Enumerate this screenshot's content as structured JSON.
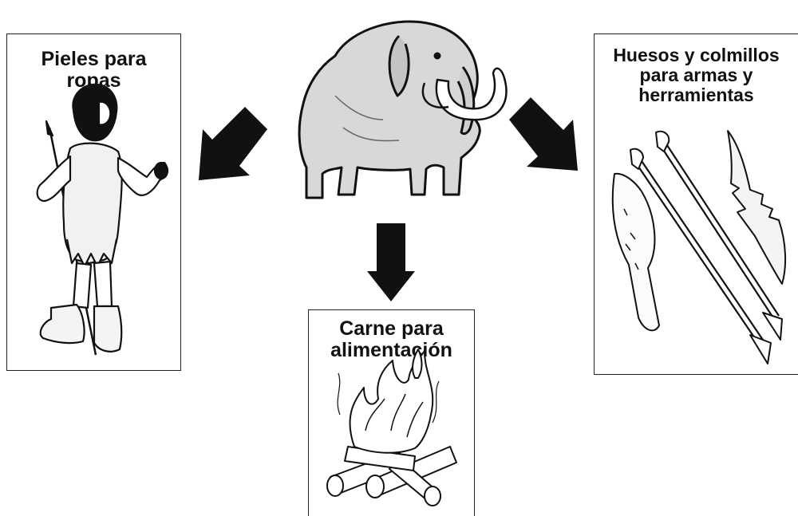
{
  "diagram": {
    "center": {
      "icon": "mammoth-icon"
    },
    "panels": {
      "left": {
        "title": "Pieles para\nropas",
        "icon": "caveman-icon"
      },
      "bottom": {
        "title": "Carne para\nalimentación",
        "icon": "campfire-icon"
      },
      "right": {
        "title": "Huesos y colmillos\npara armas y\nherramientas",
        "icon": "bone-tools-icon"
      }
    },
    "arrows": [
      "arrow-left-down",
      "arrow-down",
      "arrow-right-down"
    ]
  }
}
